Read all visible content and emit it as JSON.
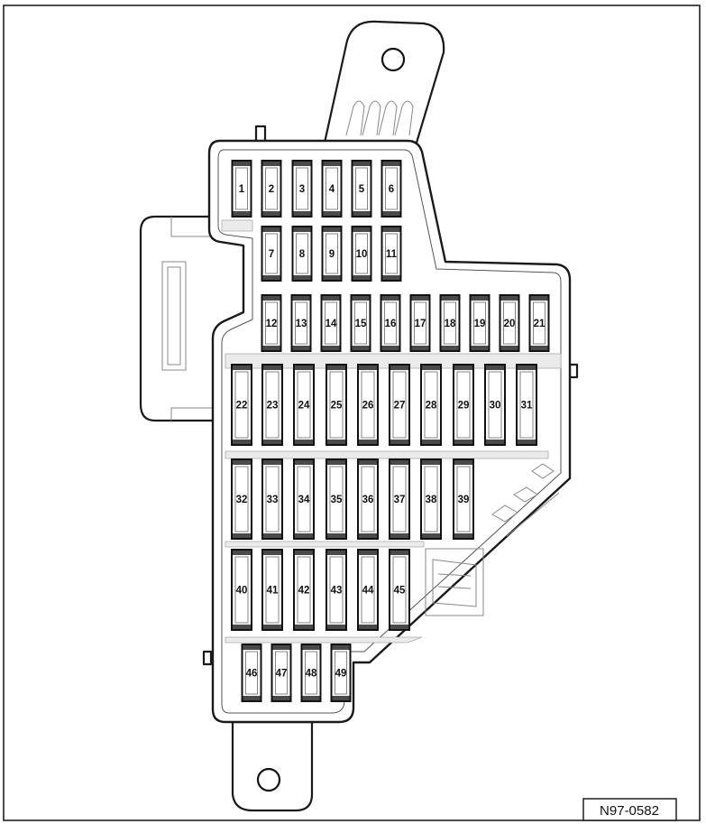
{
  "diagram": {
    "reference_code": "N97-0582",
    "fuse_numbers": [
      "1",
      "2",
      "3",
      "4",
      "5",
      "6",
      "7",
      "8",
      "9",
      "10",
      "11",
      "12",
      "13",
      "14",
      "15",
      "16",
      "17",
      "18",
      "19",
      "20",
      "21",
      "22",
      "23",
      "24",
      "25",
      "26",
      "27",
      "28",
      "29",
      "30",
      "31",
      "32",
      "33",
      "34",
      "35",
      "36",
      "37",
      "38",
      "39",
      "40",
      "41",
      "42",
      "43",
      "44",
      "45",
      "46",
      "47",
      "48",
      "49"
    ]
  }
}
